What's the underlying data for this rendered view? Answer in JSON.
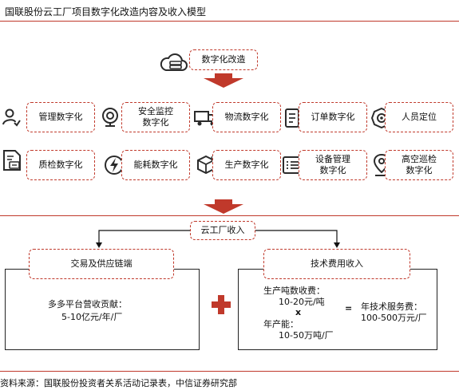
{
  "title": "国联股份云工厂项目数字化改造内容及收入模型",
  "top": {
    "label": "数字化改造"
  },
  "modules_row1": [
    {
      "label": "管理数字化",
      "icon": "user-check-icon"
    },
    {
      "label": "安全监控\n数字化",
      "icon": "webcam-icon"
    },
    {
      "label": "物流数字化",
      "icon": "truck-icon"
    },
    {
      "label": "订单数字化",
      "icon": "order-document-icon"
    },
    {
      "label": "人员定位",
      "icon": "location-badge-icon"
    }
  ],
  "modules_row2": [
    {
      "label": "质检数字化",
      "icon": "inspection-doc-icon"
    },
    {
      "label": "能耗数字化",
      "icon": "lightning-icon"
    },
    {
      "label": "生产数字化",
      "icon": "cube-gear-icon"
    },
    {
      "label": "设备管理\n数字化",
      "icon": "equipment-list-icon"
    },
    {
      "label": "高空巡检\n数字化",
      "icon": "map-pin-icon"
    }
  ],
  "revenue": {
    "label": "云工厂收入",
    "left": {
      "header": "交易及供应链端",
      "line1": "多多平台营收贡献：",
      "line2": "5-10亿元/年/厂"
    },
    "plus": "+",
    "right": {
      "header": "技术费用收入",
      "fee_label": "生产吨数收费：",
      "fee_value": "10-20元/吨",
      "times": "x",
      "cap_label": "年产能：",
      "cap_value": "10-50万吨/厂",
      "equals": "=",
      "result_label": "年技术服务费：",
      "result_value": "100-500万元/厂"
    }
  },
  "source": "资料来源：国联股份投资者关系活动记录表，中信证券研究部",
  "colors": {
    "accent": "#c0392b",
    "arrow": "#c0392b",
    "icon": "#2b2b2b"
  }
}
